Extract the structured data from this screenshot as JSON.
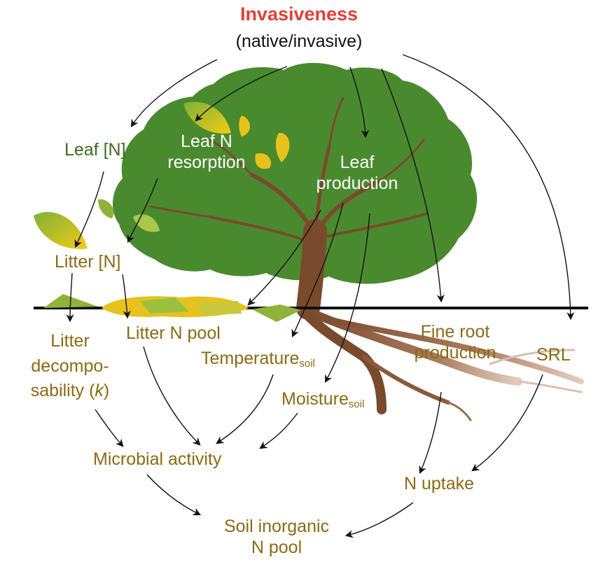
{
  "title": "Invasiveness",
  "subtitle": "(native/invasive)",
  "nodes": {
    "leaf_n": "Leaf [N]",
    "leaf_n_resorption": [
      "Leaf N",
      "resorption"
    ],
    "leaf_production": [
      "Leaf",
      "production"
    ],
    "litter_n": "Litter [N]",
    "litter_n_pool": "Litter N pool",
    "litter_decomposability": [
      "Litter",
      "decompo-",
      "sability (",
      "k",
      ")"
    ],
    "temperature": "Temperature",
    "temperature_sub": "soil",
    "moisture": "Moisture",
    "moisture_sub": "soil",
    "fine_root_production": [
      "Fine root",
      "production"
    ],
    "srl": "SRL",
    "microbial_activity": "Microbial activity",
    "n_uptake": "N uptake",
    "soil_inorganic_n_pool": [
      "Soil inorganic",
      "N pool"
    ]
  },
  "colors": {
    "title": "#e0403a",
    "label_brown": "#8a6a14",
    "label_on_tree": "#ffffff",
    "label_green": "#3f6a1f",
    "canopy": "#4a8a2e",
    "trunk": "#7a4a2c",
    "leaf_yellow": "#e8c21c",
    "arrow": "#111111"
  }
}
